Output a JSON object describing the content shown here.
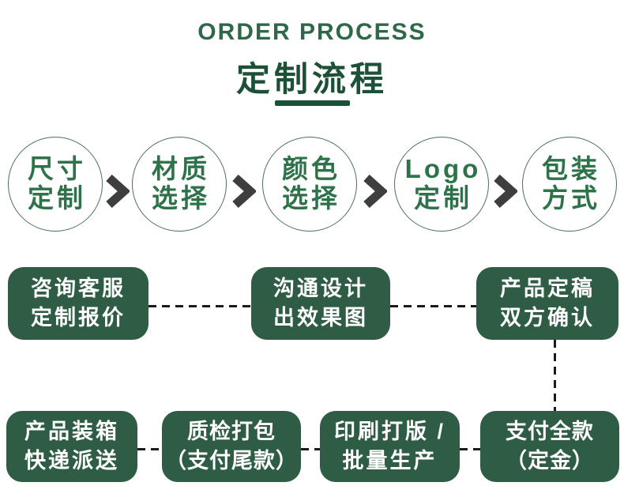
{
  "header": {
    "subtitle": "ORDER PROCESS",
    "title": "定制流程"
  },
  "process_circles": [
    {
      "line1": "尺寸",
      "line2": "定制"
    },
    {
      "line1": "材质",
      "line2": "选择"
    },
    {
      "line1": "颜色",
      "line2": "选择"
    },
    {
      "line1": "Logo",
      "line2": "定制"
    },
    {
      "line1": "包装",
      "line2": "方式"
    }
  ],
  "middle_steps": [
    {
      "line1": "咨询客服",
      "line2": "定制报价"
    },
    {
      "line1": "沟通设计",
      "line2": "出效果图"
    },
    {
      "line1": "产品定稿",
      "line2": "双方确认"
    }
  ],
  "bottom_steps": [
    {
      "line1": "产品装箱",
      "line2": "快递派送"
    },
    {
      "line1": "质检打包",
      "line2": "（支付尾款）"
    },
    {
      "line1": "印刷打版 /",
      "line2": "批量生产"
    },
    {
      "line1": "支付全款",
      "line2": "（定金）"
    }
  ],
  "colors": {
    "title_green": "#1d5137",
    "subtitle_green": "#2e6849",
    "circle_text_green": "#2e7249",
    "circle_border_green": "#4b7158",
    "box_background_green": "#2e5c44",
    "box_text": "#ffffff",
    "chevron_gray": "#3e3e3e",
    "connector_black": "#1a1a1a",
    "page_background": "#ffffff"
  }
}
